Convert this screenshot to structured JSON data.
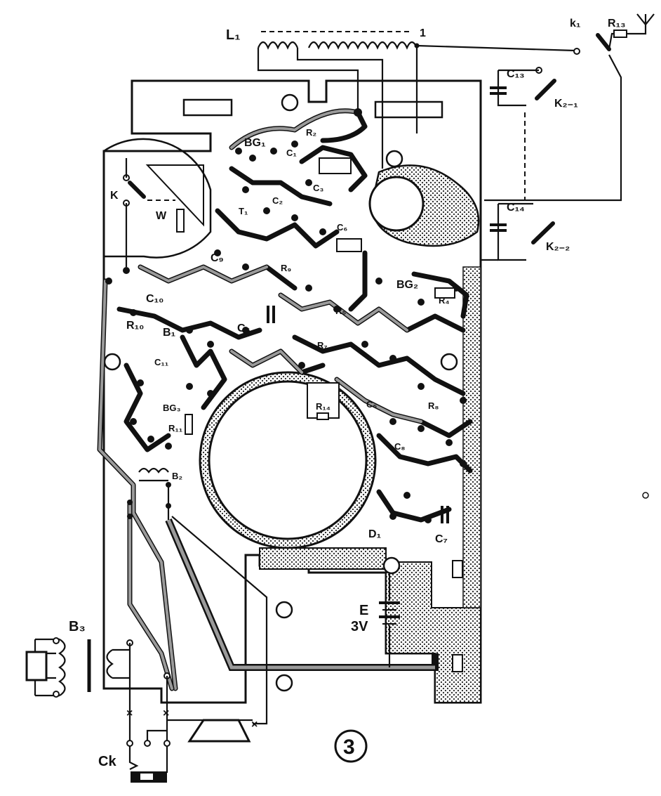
{
  "labels": {
    "L1": "L₁",
    "pin1": "1",
    "k1": "k₁",
    "R13": "R₁₃",
    "C13": "C₁₃",
    "K21": "K₂₋₁",
    "C14": "C₁₄",
    "K22": "K₂₋₂",
    "BG1": "BG₁",
    "C1": "C₁",
    "R2": "R₂",
    "C3": "C₃",
    "C2": "C₂",
    "k": "K",
    "W": "W",
    "T1": "T₁",
    "C6a": "C₆",
    "C9": "C₉",
    "R9": "R₉",
    "BG2": "BG₂",
    "R4": "R₄",
    "R5": "R₅",
    "C10": "C₁₀",
    "R10": "R₁₀",
    "B1": "B₁",
    "C6": "C₆",
    "R7": "R₇",
    "C11": "C₁₁",
    "BG3": "BG₃",
    "R11": "R₁₁",
    "B2": "B₂",
    "R14": "R₁₄",
    "C5": "C₅",
    "C8": "C₈",
    "R8": "R₈",
    "D1": "D₁",
    "C7": "C₇",
    "E": "E",
    "V3": "3V",
    "B3": "B₃",
    "Ck": "Ck",
    "fig": "3"
  }
}
